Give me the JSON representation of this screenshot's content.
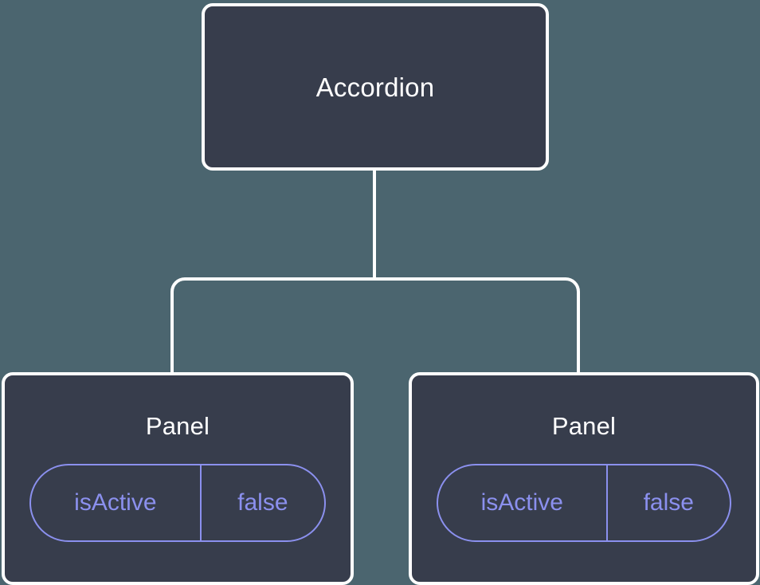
{
  "diagram": {
    "type": "component-tree",
    "background_color": "#4b656f",
    "node_fill_color": "#373d4c",
    "node_border_color": "#ffffff",
    "edge_color": "#ffffff",
    "accent_color": "#8b90ee",
    "root": {
      "title": "Accordion"
    },
    "children": [
      {
        "title": "Panel",
        "state": {
          "key": "isActive",
          "value": "false"
        }
      },
      {
        "title": "Panel",
        "state": {
          "key": "isActive",
          "value": "false"
        }
      }
    ]
  }
}
